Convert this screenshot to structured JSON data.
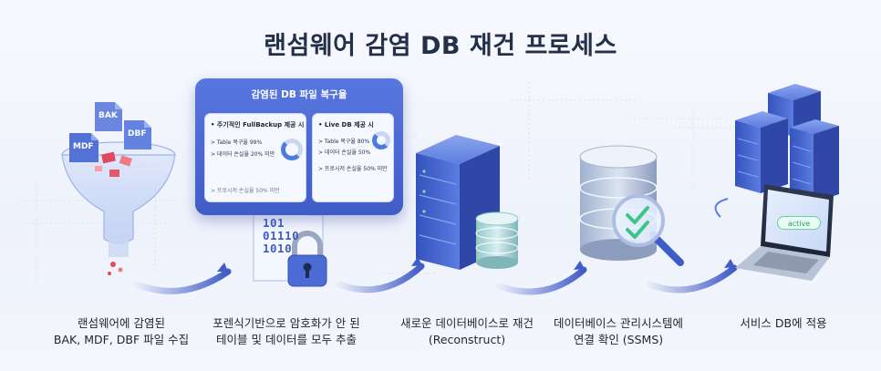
{
  "title": "랜섬웨어 감염 DB 재건 프로세스",
  "files": {
    "bak": "BAK",
    "mdf": "MDF",
    "dbf": "DBF"
  },
  "panel": {
    "title": "감염된 DB 파일 복구율",
    "left_card": {
      "heading": "• 주기적인 FullBackup 제공 시",
      "lines": [
        "> Table 복구율 99%",
        "> 데이터 손실율 20% 미만",
        "> 프로시저 손실율 50% 미만"
      ]
    },
    "right_card": {
      "heading": "• Live DB 제공 시",
      "lines": [
        "> Table 복구율 80%",
        "> 데이터 손실율 50%",
        "> 프로시저 손실율 50% 미만"
      ]
    }
  },
  "binary_lines": [
    "101",
    "01110",
    "1010"
  ],
  "laptop_badge": "active",
  "steps": [
    {
      "line1": "랜섬웨어에 감염된",
      "line2": "BAK, MDF, DBF 파일 수집"
    },
    {
      "line1": "포렌식기반으로 암호화가 안 된",
      "line2": "테이블 및 데이터를 모두 추출"
    },
    {
      "line1": "새로운 데이터베이스로 재건",
      "line2": "(Reconstruct)"
    },
    {
      "line1": "데이터베이스 관리시스템에",
      "line2": "연결 확인 (SSMS)"
    },
    {
      "line1": "서비스 DB에 적용",
      "line2": ""
    }
  ],
  "colors": {
    "accent": "#3f5cc7",
    "accent_light": "#6f8ce6",
    "success": "#3fc48a",
    "alert": "#e04a5a"
  }
}
